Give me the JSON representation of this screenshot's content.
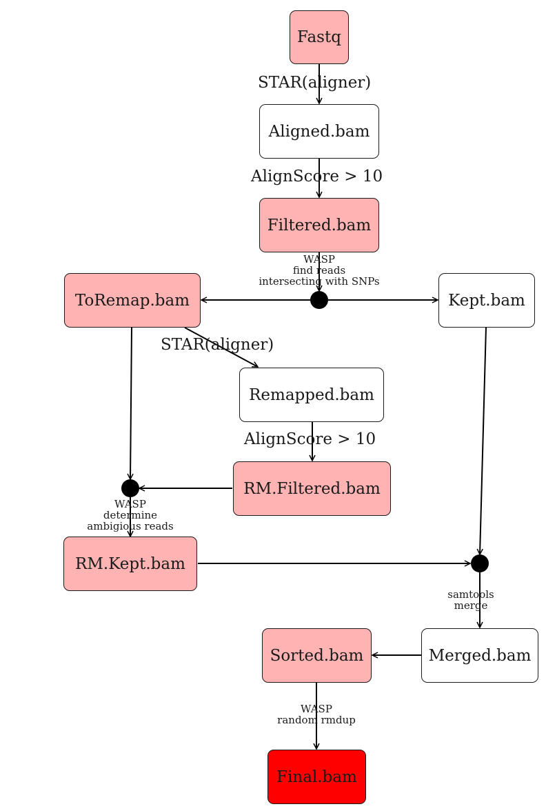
{
  "nodes": {
    "fastq": "Fastq",
    "aligned": "Aligned.bam",
    "filtered": "Filtered.bam",
    "toremap": "ToRemap.bam",
    "kept": "Kept.bam",
    "remapped": "Remapped.bam",
    "rm_filtered": "RM.Filtered.bam",
    "rm_kept": "RM.Kept.bam",
    "merged": "Merged.bam",
    "sorted": "Sorted.bam",
    "final": "Final.bam"
  },
  "edge_labels": {
    "star_1": "STAR(aligner)",
    "alignscore_1": "AlignScore > 10",
    "wasp_find": [
      "WASP",
      "find reads",
      "intersecting with SNPs"
    ],
    "star_2": "STAR(aligner)",
    "alignscore_2": "AlignScore > 10",
    "wasp_determine": [
      "WASP",
      "determine",
      "ambigious reads"
    ],
    "samtools_merge": [
      "samtools",
      "merge"
    ],
    "wasp_rmdup": [
      "WASP",
      "random rmdup"
    ]
  },
  "colors": {
    "white": "#ffffff",
    "pink": "#ffb3b3",
    "red": "#ff0000",
    "stroke": "#1a1a1a"
  }
}
